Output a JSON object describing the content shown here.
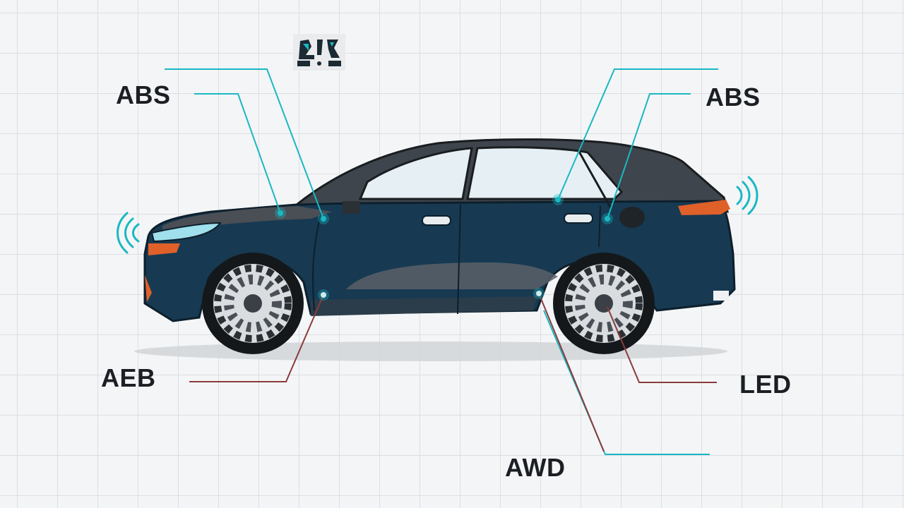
{
  "labels": {
    "abs_left": "ABS",
    "abs_right": "ABS",
    "aeb": "AEB",
    "led": "LED",
    "awd": "AWD"
  },
  "logo": {
    "icon": "brand-logo-icon"
  },
  "colors": {
    "body": "#173a52",
    "roof": "#4a4f55",
    "glass": "#e6f0f4",
    "accent_cyan": "#19b8c4",
    "leader_red": "#9a3a3a",
    "tail_light": "#e0602a",
    "head_light": "#9fe0ec"
  }
}
